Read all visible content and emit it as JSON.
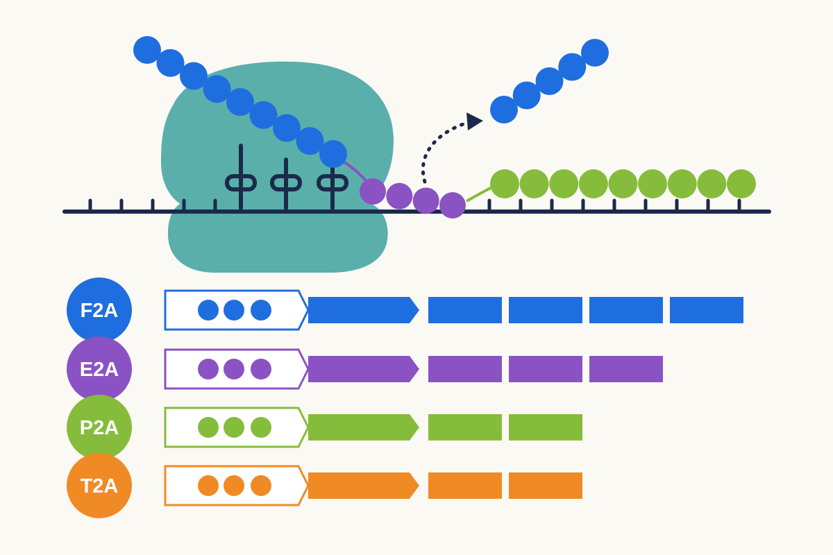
{
  "colors": {
    "background": "#fbf9f4",
    "ribosome": "#5aafab",
    "mrna": "#1b2a4a",
    "chain_blue": "#1f6ee0",
    "chain_purple": "#8a52c2",
    "chain_green": "#86bc3c",
    "chain_orange": "#f08a24"
  },
  "icons": {
    "ribosome": "ribosome-shape",
    "mrna": "mrna-strand",
    "trna": "trna-glyph",
    "release_arrow": "dotted-curved-arrow"
  },
  "peptides": [
    {
      "label": "F2A",
      "color": "#1f6ee0",
      "segments": 4
    },
    {
      "label": "E2A",
      "color": "#8a52c2",
      "segments": 3
    },
    {
      "label": "P2A",
      "color": "#86bc3c",
      "segments": 2
    },
    {
      "label": "T2A",
      "color": "#f08a24",
      "segments": 2
    }
  ]
}
